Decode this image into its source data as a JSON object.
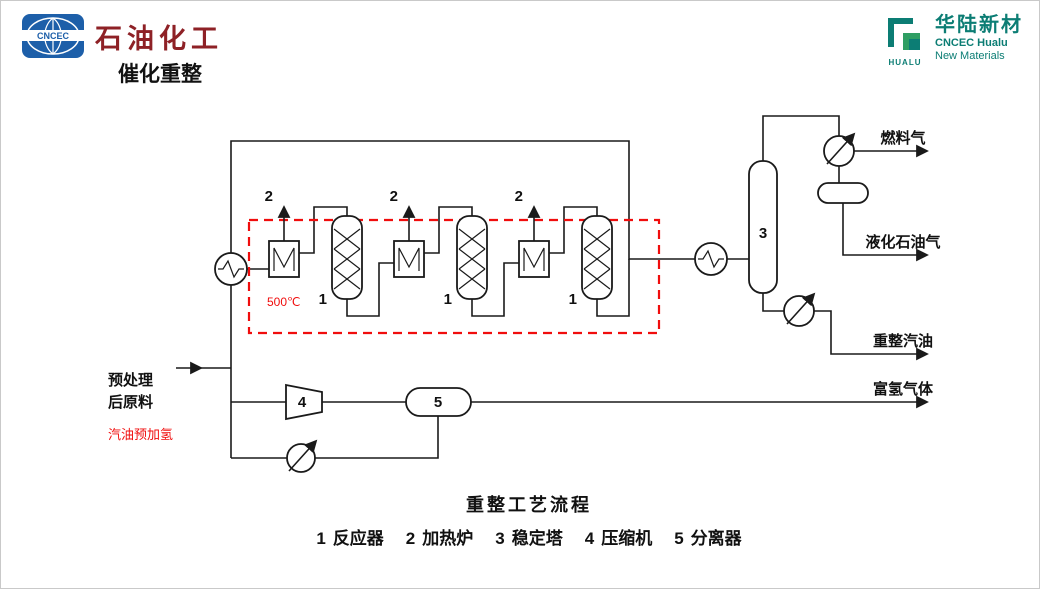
{
  "header": {
    "cncec_logo_text": "CNCEC",
    "brand_left": "石油化工",
    "slide_title": "催化重整",
    "brand_right": {
      "logo_text": "HUALU",
      "name_cn": "华陆新材",
      "name_en_1": "CNCEC Hualu",
      "name_en_2": "New Materials"
    }
  },
  "diagram": {
    "temperature": "500℃",
    "feed": {
      "line1": "预处理",
      "line2": "后原料",
      "note": "汽油预加氢"
    },
    "streams": {
      "fuel_gas": "燃料气",
      "lpg": "液化石油气",
      "reformate": "重整汽油",
      "hydrogen": "富氢气体"
    },
    "tags": {
      "reactor": "1",
      "heater": "2",
      "stabilizer": "3",
      "compressor": "4",
      "separator": "5"
    },
    "caption": "重整工艺流程",
    "legend": [
      {
        "num": "1",
        "name": "反应器"
      },
      {
        "num": "2",
        "name": "加热炉"
      },
      {
        "num": "3",
        "name": "稳定塔"
      },
      {
        "num": "4",
        "name": "压缩机"
      },
      {
        "num": "5",
        "name": "分离器"
      }
    ]
  },
  "colors": {
    "line": "#1a1a1a",
    "highlight_red": "#f00d0d",
    "brand_maroon": "#8e2126",
    "brand_teal": "#0c7d74",
    "logo_blue": "#1d5fa9"
  }
}
